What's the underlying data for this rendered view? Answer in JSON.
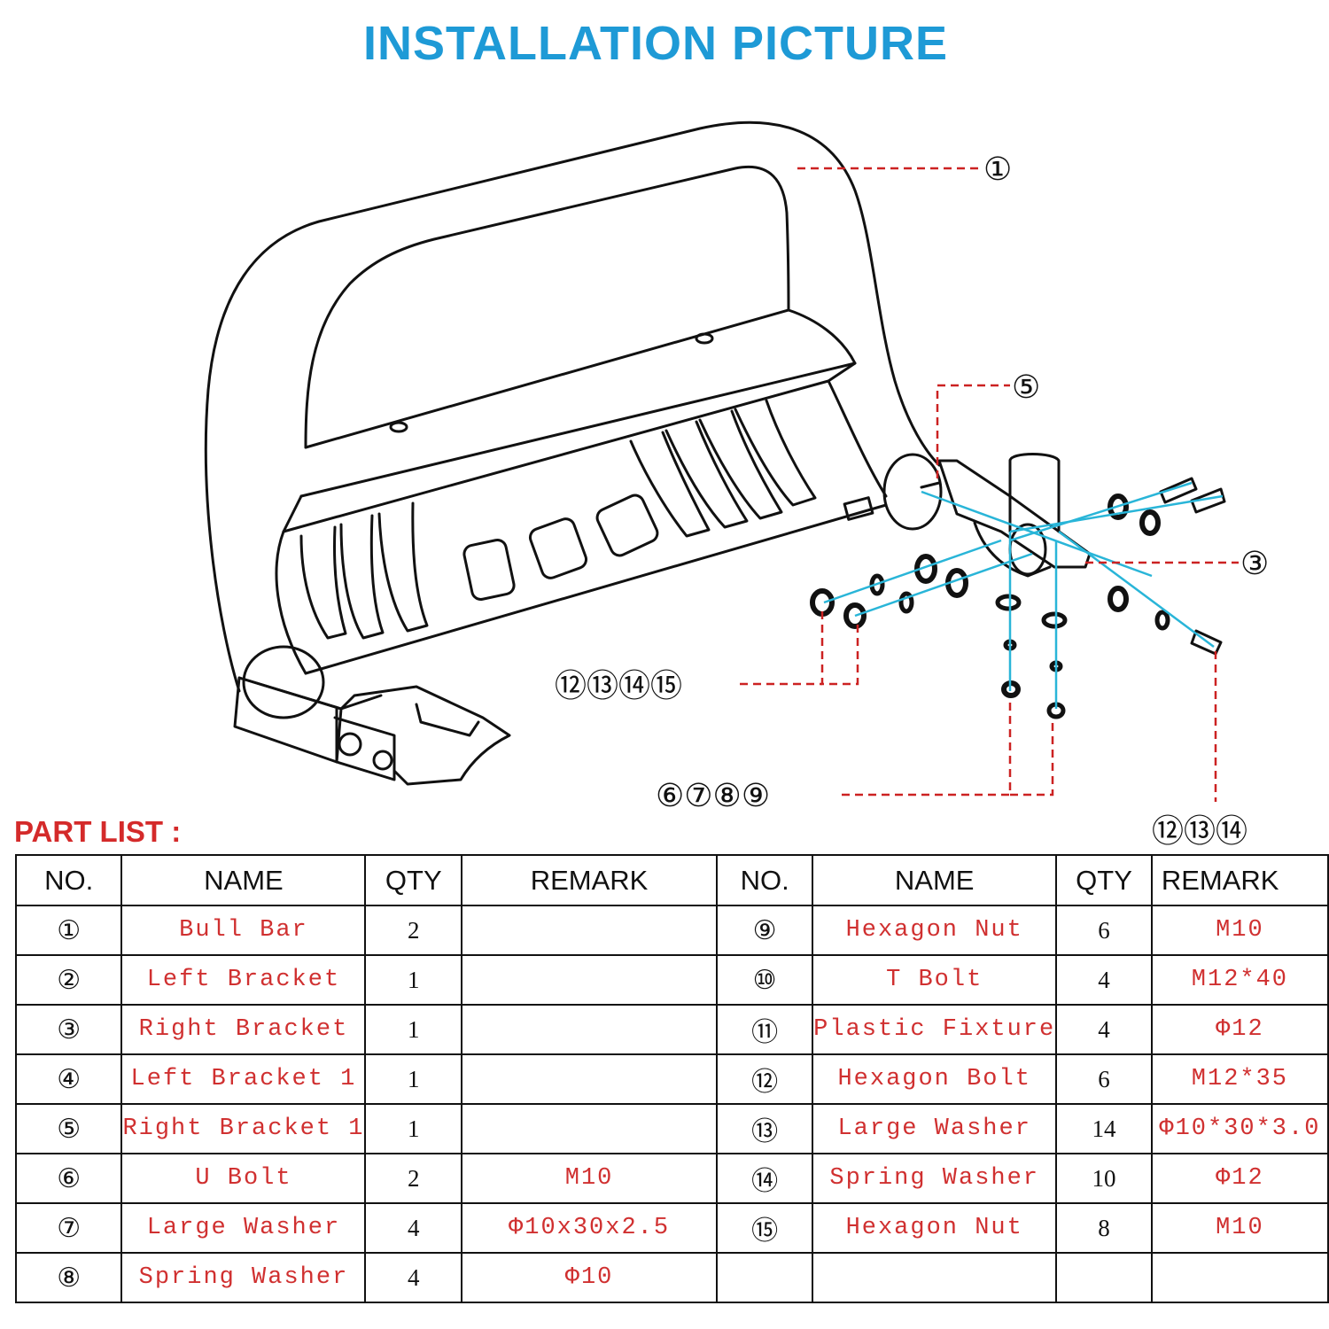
{
  "title": "INSTALLATION PICTURE",
  "callouts": {
    "c1": "①",
    "c5": "⑤",
    "c3": "③",
    "c_left_group": "⑫⑬⑭⑮",
    "c_bottom_group": "⑥⑦⑧⑨",
    "c_right_group": "⑫⑬⑭"
  },
  "part_list_label": "PART LIST :",
  "table": {
    "headers": [
      "NO.",
      "NAME",
      "QTY",
      "REMARK",
      "NO.",
      "NAME",
      "QTY",
      "REMARK"
    ],
    "rows": [
      {
        "l_no": "①",
        "l_name": "Bull Bar",
        "l_qty": "2",
        "l_remark": "",
        "r_no": "⑨",
        "r_name": "Hexagon Nut",
        "r_qty": "6",
        "r_remark": "M10"
      },
      {
        "l_no": "②",
        "l_name": "Left Bracket",
        "l_qty": "1",
        "l_remark": "",
        "r_no": "⑩",
        "r_name": "T Bolt",
        "r_qty": "4",
        "r_remark": "M12*40"
      },
      {
        "l_no": "③",
        "l_name": "Right Bracket",
        "l_qty": "1",
        "l_remark": "",
        "r_no": "⑪",
        "r_name": "Plastic Fixture",
        "r_qty": "4",
        "r_remark": "Φ12"
      },
      {
        "l_no": "④",
        "l_name": "Left Bracket 1",
        "l_qty": "1",
        "l_remark": "",
        "r_no": "⑫",
        "r_name": "Hexagon Bolt",
        "r_qty": "6",
        "r_remark": "M12*35"
      },
      {
        "l_no": "⑤",
        "l_name": "Right Bracket 1",
        "l_qty": "1",
        "l_remark": "",
        "r_no": "⑬",
        "r_name": "Large Washer",
        "r_qty": "14",
        "r_remark": "Φ10*30*3.0"
      },
      {
        "l_no": "⑥",
        "l_name": "U Bolt",
        "l_qty": "2",
        "l_remark": "M10",
        "r_no": "⑭",
        "r_name": "Spring Washer",
        "r_qty": "10",
        "r_remark": "Φ12"
      },
      {
        "l_no": "⑦",
        "l_name": "Large Washer",
        "l_qty": "4",
        "l_remark": "Φ10x30x2.5",
        "r_no": "⑮",
        "r_name": "Hexagon Nut",
        "r_qty": "8",
        "r_remark": "M10"
      },
      {
        "l_no": "⑧",
        "l_name": "Spring Washer",
        "l_qty": "4",
        "l_remark": "Φ10",
        "r_no": "",
        "r_name": "",
        "r_qty": "",
        "r_remark": ""
      }
    ]
  }
}
